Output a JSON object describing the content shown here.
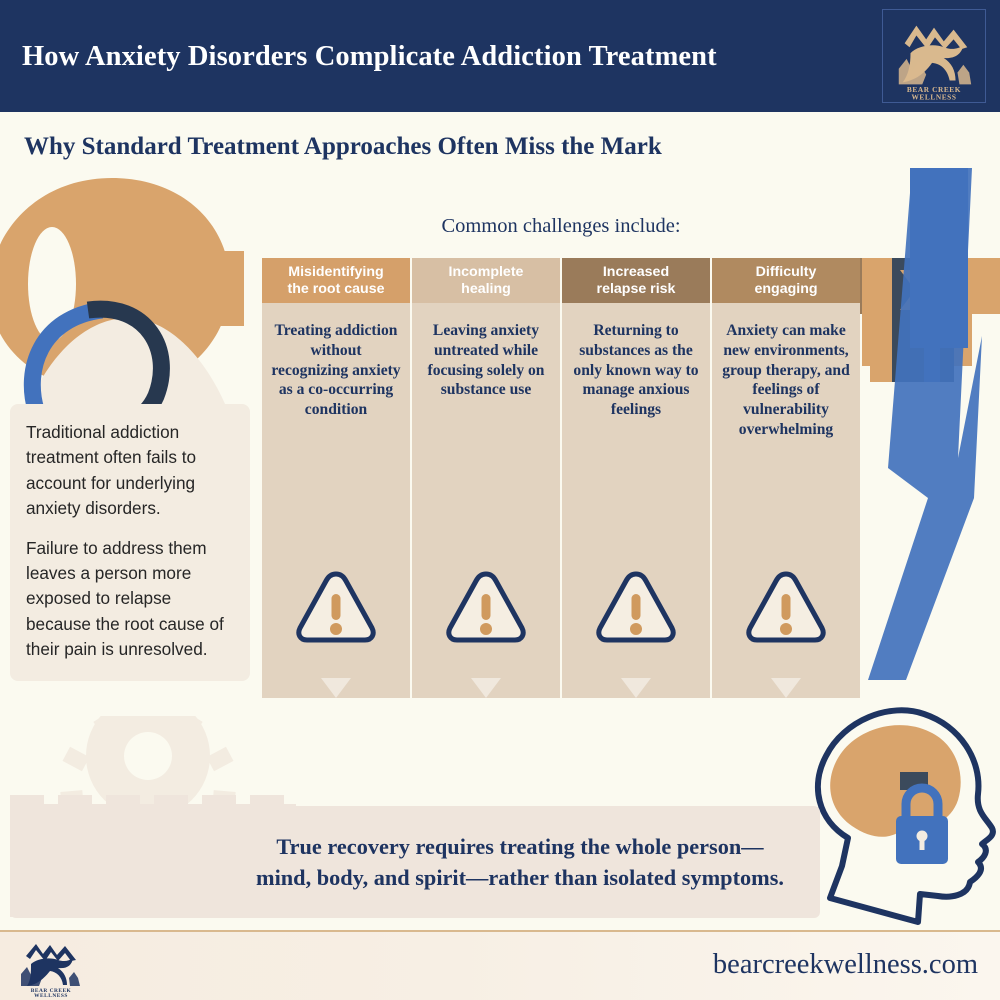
{
  "header": {
    "title": "How Anxiety Disorders Complicate Addiction Treatment",
    "logo_name": "bear-creek-wellness-logo",
    "logo_line1": "BEAR CREEK",
    "logo_line2": "WELLNESS",
    "bg_color": "#1e3461",
    "text_color": "#ffffff"
  },
  "subtitle": "Why Standard Treatment Approaches Often Miss the Mark",
  "challenges_label": "Common challenges include:",
  "columns": [
    {
      "header": "Misidentifying\nthe root cause",
      "header_line1": "Misidentifying",
      "header_line2": "the root cause",
      "body": "Treating addiction without recognizing anxiety as a co-occurring condition",
      "header_color": "#d5a06a"
    },
    {
      "header": "Incomplete\nhealing",
      "header_line1": "Incomplete",
      "header_line2": "healing",
      "body": "Leaving anxiety untreated while focusing solely on substance use",
      "header_color": "#d7bfa4"
    },
    {
      "header": "Increased\nrelapse risk",
      "header_line1": "Increased",
      "header_line2": "relapse risk",
      "body": "Returning to substances as the only known way to manage anxious feelings",
      "header_color": "#9a7b5a"
    },
    {
      "header": "Difficulty\nengaging",
      "header_line1": "Difficulty",
      "header_line2": "engaging",
      "body": "Anxiety can make new environments, group therapy, and feelings of vulnerability overwhelming",
      "header_color": "#b08a60"
    }
  ],
  "left_card": {
    "paragraph1": "Traditional addiction treatment often fails to account for underlying anxiety disorders.",
    "paragraph2": "Failure to address them leaves a person more exposed to relapse because the root cause of their pain is unresolved."
  },
  "statement": "True recovery requires treating the whole person—mind, body, and spirit—rather than isolated symptoms.",
  "footer": {
    "url": "bearcreekwellness.com",
    "logo_name": "bear-creek-wellness-logo",
    "logo_line1": "BEAR CREEK",
    "logo_line2": "WELLNESS"
  },
  "decor": {
    "warning_icon": "warning-triangle-exclamation",
    "lock_icon": "padlock-icon",
    "bolt_icon": "lightning-bolt",
    "x_icon": "x-cross-icon",
    "head_icon": "head-profile-brain",
    "gear_icon": "gear-icon"
  },
  "palette": {
    "navy": "#1e3461",
    "cream": "#fbfaf0",
    "tan": "#d5a06a",
    "blue": "#4272bd",
    "column_bg": "#e2d3c0"
  }
}
